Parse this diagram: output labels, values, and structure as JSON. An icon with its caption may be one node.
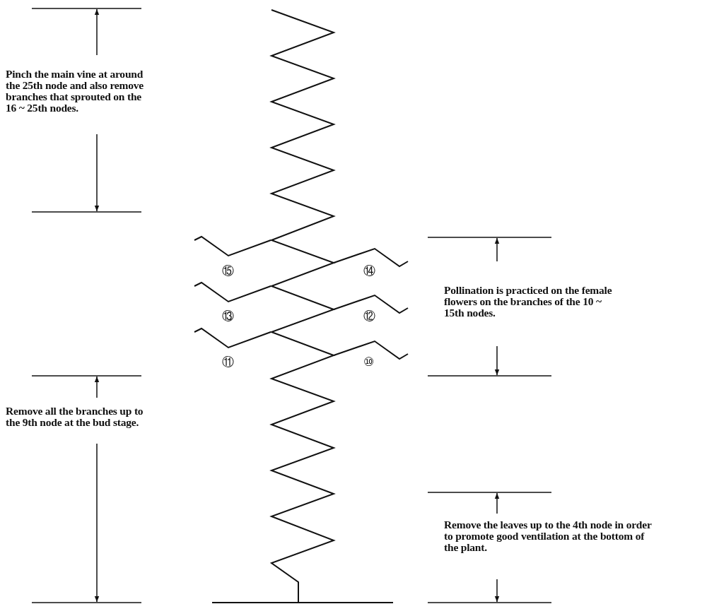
{
  "diagram": {
    "labels": [
      "Pinch the main vine at around the 25th node and also remove branches that sprouted on the 16 ~ 25th nodes.",
      "Pollination is practiced on the female flowers on the branches of the 10 ~ 15th nodes.",
      "⑮",
      "⑭",
      "⑬",
      "⑫",
      "⑪",
      "⑩",
      "Remove all the branches up to the 9th node at the bud stage.",
      "Remove the leaves up to the 4th node in order to promote good ventilation at the bottom of the plant."
    ]
  }
}
